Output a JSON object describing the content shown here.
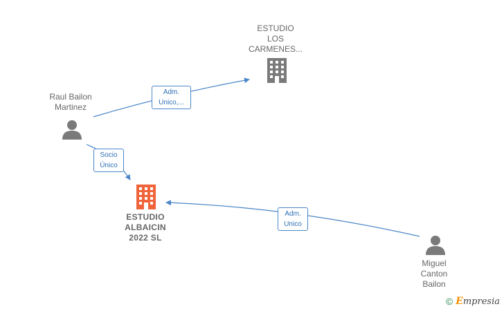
{
  "nodes": {
    "estudio_los_carmenes": {
      "lines": [
        "ESTUDIO",
        "LOS",
        "CARMENES..."
      ],
      "type": "company",
      "icon": "building-icon",
      "color": "#7a7a7a"
    },
    "raul_bailon": {
      "lines": [
        "Raul Bailon",
        "Martinez"
      ],
      "type": "person",
      "icon": "person-icon",
      "color": "#7a7a7a"
    },
    "estudio_albaicin": {
      "lines": [
        "ESTUDIO",
        "ALBAICIN",
        "2022  SL"
      ],
      "type": "company",
      "icon": "building-icon",
      "color": "#f0643c",
      "highlight": true
    },
    "miguel_canton": {
      "lines": [
        "Miguel",
        "Canton",
        "Bailon"
      ],
      "type": "person",
      "icon": "person-icon",
      "color": "#7a7a7a"
    }
  },
  "edges": [
    {
      "from": "raul_bailon",
      "to": "estudio_los_carmenes",
      "label_lines": [
        "Adm.",
        "Unico,..."
      ]
    },
    {
      "from": "raul_bailon",
      "to": "estudio_albaicin",
      "label_lines": [
        "Socio",
        "Único"
      ]
    },
    {
      "from": "miguel_canton",
      "to": "estudio_albaicin",
      "label_lines": [
        "Adm.",
        "Unico"
      ]
    }
  ],
  "edge_color": "#4a86c8",
  "footer": {
    "copyright_symbol": "©",
    "brand_initial": "E",
    "brand_rest": "mpresia"
  }
}
